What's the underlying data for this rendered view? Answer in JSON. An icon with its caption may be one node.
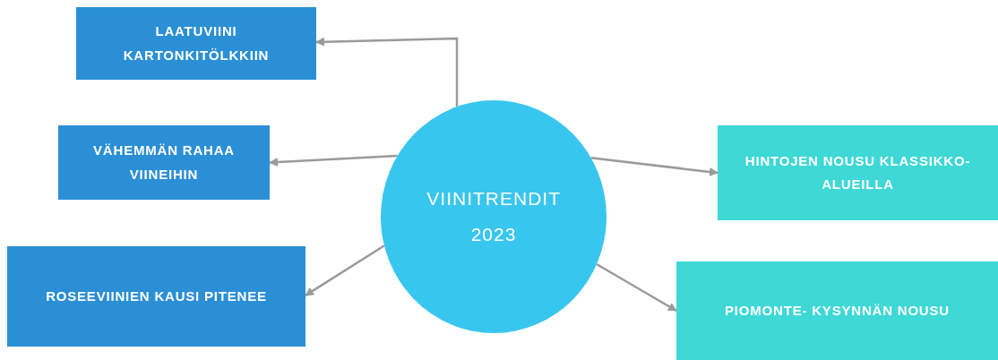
{
  "diagram": {
    "nodes": [
      {
        "text": [
          "VIINITRENDIT 2023"
        ]
      },
      {
        "text": [
          "LAATUVIINI KARTONKITÖLKKIIN"
        ]
      },
      {
        "text": [
          "VÄHEMMÄN RAHAA VIINEIHIN"
        ]
      },
      {
        "text": [
          "ROSEEVIINIEN KAUSI PITENEE"
        ]
      },
      {
        "text": [
          "HINTOJEN NOUSU KLASSIKKO-ALUEILLA"
        ]
      },
      {
        "text": [
          "PIOMONTE- KYSYNNÄN NOUSU"
        ]
      }
    ],
    "edges": [
      {
        "from": 0,
        "to": 1,
        "arrow": "to"
      },
      {
        "from": 0,
        "to": 2,
        "arrow": "to"
      },
      {
        "from": 0,
        "to": 3,
        "arrow": "to"
      },
      {
        "from": 0,
        "to": 4,
        "arrow": "to"
      },
      {
        "from": 0,
        "to": 5,
        "arrow": "to"
      }
    ]
  }
}
